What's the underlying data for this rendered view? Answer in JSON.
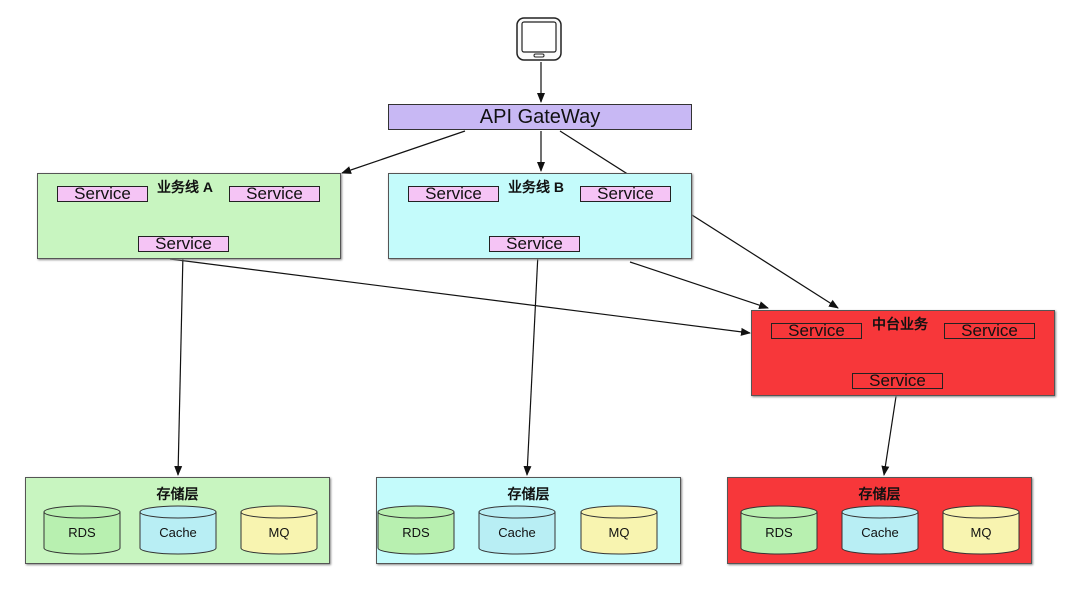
{
  "gateway": {
    "label": "API GateWay"
  },
  "groups": {
    "a": {
      "title": "业务线 A",
      "services": [
        "Service",
        "Service",
        "Service"
      ]
    },
    "b": {
      "title": "业务线 B",
      "services": [
        "Service",
        "Service",
        "Service"
      ]
    },
    "mid": {
      "title": "中台业务",
      "services": [
        "Service",
        "Service",
        "Service"
      ]
    }
  },
  "storage": [
    {
      "title": "存储层",
      "items": [
        "RDS",
        "Cache",
        "MQ"
      ]
    },
    {
      "title": "存储层",
      "items": [
        "RDS",
        "Cache",
        "MQ"
      ]
    },
    {
      "title": "存储层",
      "items": [
        "RDS",
        "Cache",
        "MQ"
      ]
    }
  ],
  "colors": {
    "gateway": "#c8b8f4",
    "group_a": "#c8f5c0",
    "group_b": "#c4fbfb",
    "group_mid": "#f7373a",
    "service": "#f5c4f5",
    "rds": "#b8f0b0",
    "cache": "#b8eef4",
    "mq": "#f8f4b0"
  },
  "icons": {
    "client": "mobile-device-icon"
  }
}
